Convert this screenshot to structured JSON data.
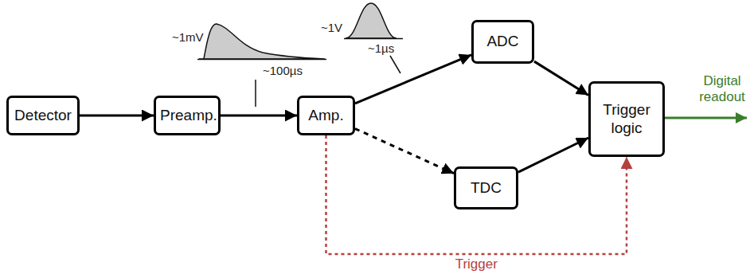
{
  "diagram": {
    "nodes": [
      {
        "text": [
          "Detector"
        ]
      },
      {
        "text": [
          "Preamp."
        ]
      },
      {
        "text": [
          "Amp."
        ]
      },
      {
        "text": [
          "ADC"
        ]
      },
      {
        "text": [
          "TDC"
        ]
      },
      {
        "text": [
          "Trigger logic"
        ]
      }
    ],
    "edges": [
      {
        "from": 0,
        "to": 1,
        "arrow": "to"
      },
      {
        "from": 1,
        "to": 2,
        "arrow": "to"
      },
      {
        "from": 2,
        "to": 3,
        "arrow": "to"
      },
      {
        "from": 2,
        "to": 4,
        "arrow": "to"
      },
      {
        "from": 3,
        "to": 5,
        "arrow": "to"
      },
      {
        "from": 4,
        "to": 5,
        "arrow": "to"
      },
      {
        "from": 2,
        "to": 5,
        "label": "Trigger",
        "arrow": "to"
      }
    ],
    "labels": [
      "~1mV",
      "~100µs",
      "~1V",
      "~1µs",
      "Digital readout"
    ]
  }
}
